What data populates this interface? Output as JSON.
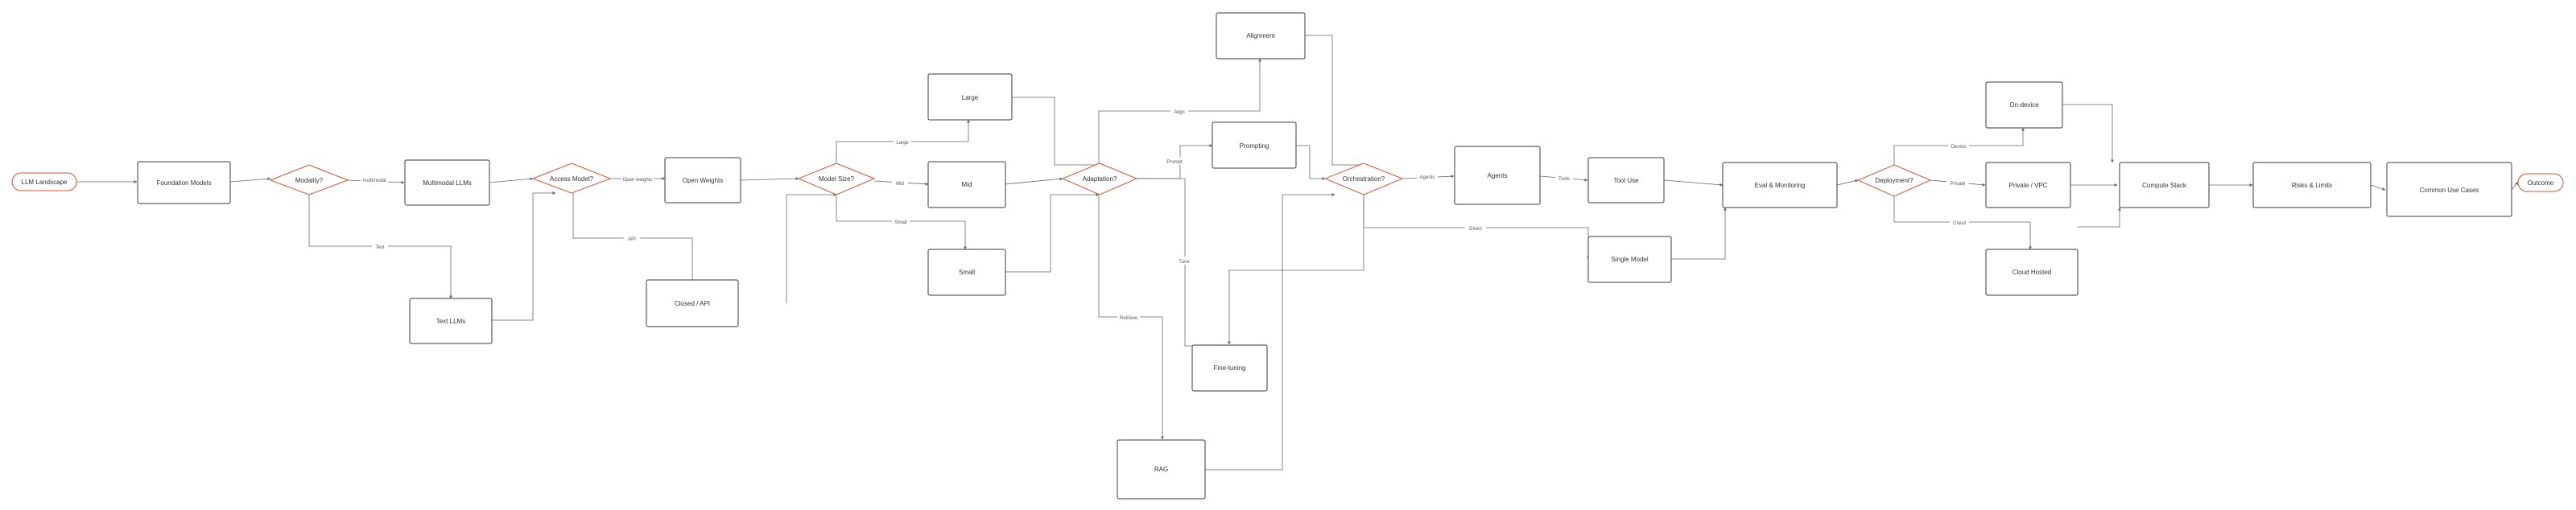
{
  "colors": {
    "box_stroke": "#3a3a3a",
    "decision_stroke": "#d9532f",
    "terminal_stroke": "#d9532f",
    "edge": "#666666",
    "text": "#333333"
  },
  "nodes": {
    "start": "LLM Landscape",
    "foundation": "Foundation Models",
    "modality": "Modality?",
    "multimodal": "Multimodal LLMs",
    "text_llms": "Text LLMs",
    "access": "Access Model?",
    "open_weights": "Open Weights",
    "closed_api": "Closed / API",
    "model_size": "Model Size?",
    "large": "Large",
    "mid": "Mid",
    "small": "Small",
    "adaptation": "Adaptation?",
    "alignment": "Alignment",
    "prompting": "Prompting",
    "fine_tuning": "Fine-tuning",
    "rag": "RAG",
    "orchestration": "Orchestration?",
    "agents": "Agents",
    "tool_use": "Tool Use",
    "single_model": "Single Model",
    "eval": "Eval & Monitoring",
    "deployment": "Deployment?",
    "on_device": "On-device",
    "private_vpc": "Private / VPC",
    "cloud_hosted": "Cloud Hosted",
    "compute_stack": "Compute Stack",
    "risks": "Risks & Limits",
    "use_cases": "Common Use Cases",
    "outcome": "Outcome"
  },
  "edge_labels": {
    "multimodal": "multimodal",
    "text": "Text",
    "open_weights": "Open weights",
    "api": "API",
    "large": "Large",
    "mid": "Mid",
    "small": "Small",
    "align": "Align",
    "prompt": "Prompt",
    "tune": "Tune",
    "retrieve": "Retrieve",
    "agents": "Agents",
    "tools": "Tools",
    "direct": "Direct",
    "device": "Device",
    "private": "Private",
    "cloud": "Cloud"
  }
}
